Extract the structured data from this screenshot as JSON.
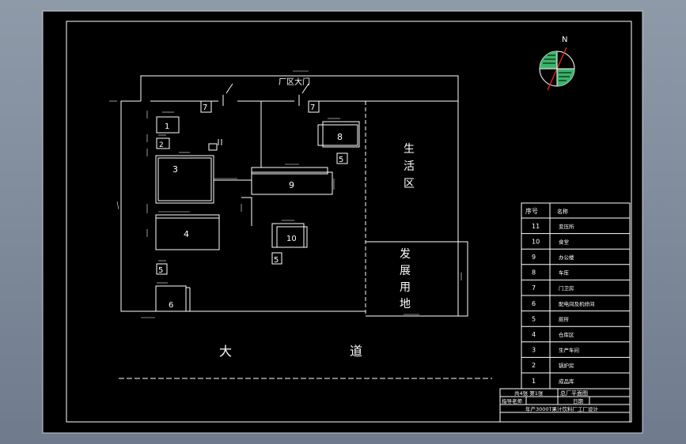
{
  "colors": {
    "canvas": "#000000",
    "viewport_bg": "#808b9b",
    "lines": "#ffffff",
    "compass_fill": "#3bb36a",
    "compass_red": "#e02020"
  },
  "north_label": "N",
  "site": {
    "gate_label": "厂区大门",
    "living_area": [
      "生",
      "活",
      "区"
    ],
    "development_area": [
      "发",
      "展",
      "用",
      "地"
    ],
    "road": [
      "大",
      "道"
    ]
  },
  "buildings": {
    "b1": "1",
    "b2": "2",
    "b3": "3",
    "b4": "4",
    "b5a": "5",
    "b5b": "5",
    "b5c": "5",
    "b6": "6",
    "b7a": "7",
    "b7b": "7",
    "b8": "8",
    "b9": "9",
    "b10": "10"
  },
  "legend": {
    "header_no": "序号",
    "header_name": "名称",
    "rows": [
      {
        "no": "11",
        "name": "变压所"
      },
      {
        "no": "10",
        "name": "食堂"
      },
      {
        "no": "9",
        "name": "办公楼"
      },
      {
        "no": "8",
        "name": "车库"
      },
      {
        "no": "7",
        "name": "门卫房"
      },
      {
        "no": "6",
        "name": "配电间及机修间"
      },
      {
        "no": "5",
        "name": "厕所"
      },
      {
        "no": "4",
        "name": "仓库区"
      },
      {
        "no": "3",
        "name": "生产车间"
      },
      {
        "no": "2",
        "name": "锅炉房"
      },
      {
        "no": "1",
        "name": "成品库"
      }
    ]
  },
  "title_block": {
    "sheet_info": "共4张  第1张",
    "drawing_name": "总厂平面图",
    "reviewer": "指导老师",
    "date": "日期",
    "project": "年产3000T果汁饮料厂工厂设计"
  }
}
